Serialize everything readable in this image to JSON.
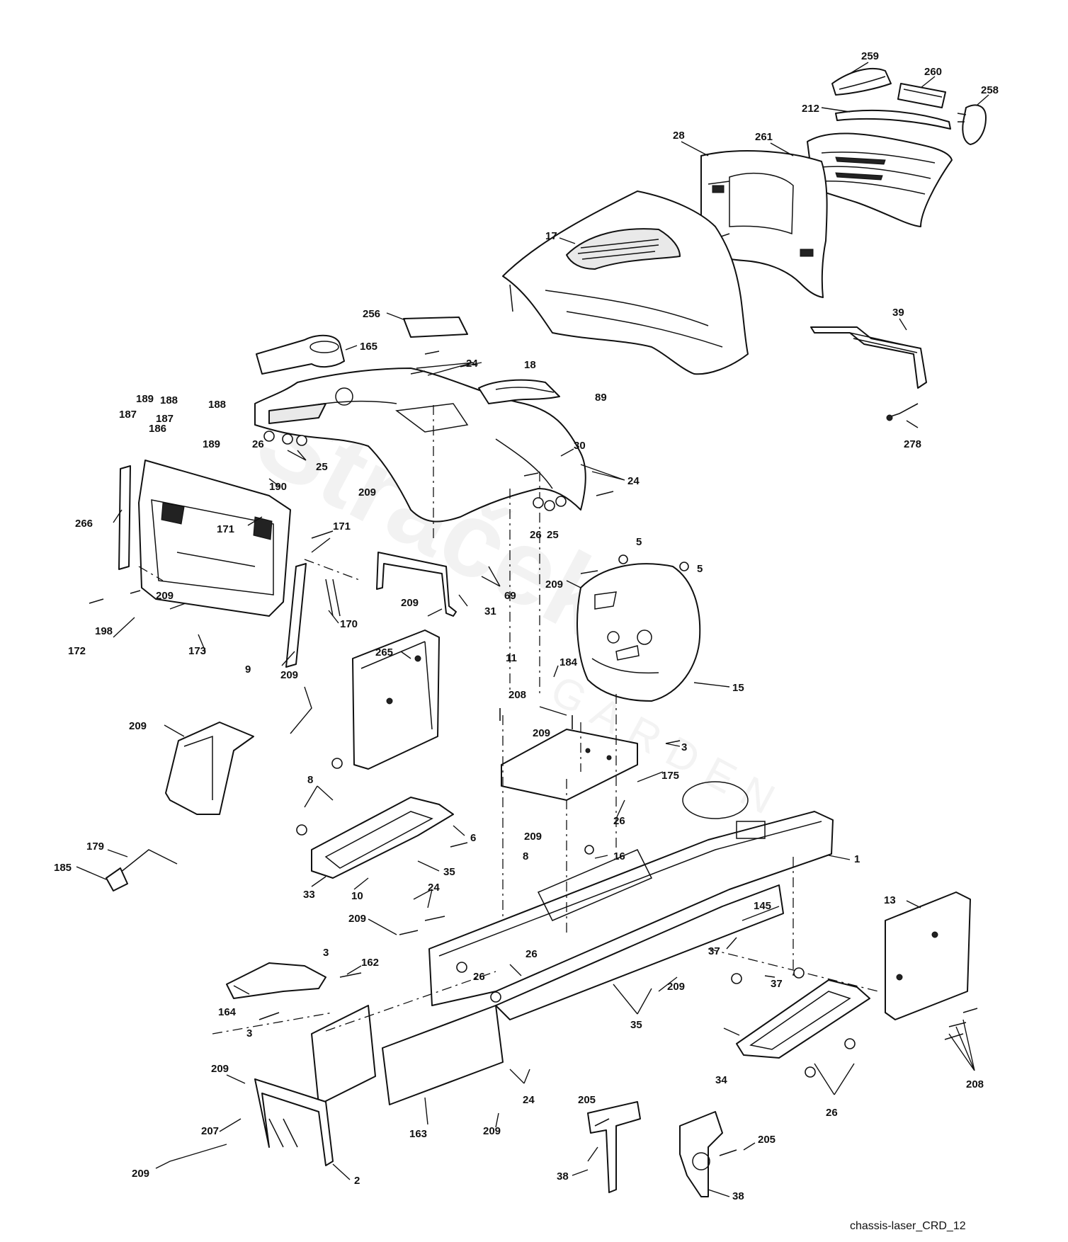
{
  "diagram": {
    "caption": "chassis-laser_CRD_12",
    "callouts": [
      "259",
      "260",
      "258",
      "212",
      "28",
      "261",
      "17",
      "39",
      "278",
      "256",
      "165",
      "24",
      "18",
      "89",
      "189",
      "188",
      "187",
      "186",
      "187",
      "188",
      "189",
      "26",
      "25",
      "30",
      "24",
      "190",
      "266",
      "209",
      "26",
      "25",
      "171",
      "171",
      "5",
      "5",
      "69",
      "209",
      "31",
      "209",
      "209",
      "198",
      "172",
      "173",
      "170",
      "184",
      "9",
      "265",
      "11",
      "15",
      "209",
      "208",
      "209",
      "3",
      "209",
      "175",
      "8",
      "26",
      "6",
      "209",
      "8",
      "16",
      "1",
      "179",
      "185",
      "35",
      "33",
      "10",
      "24",
      "13",
      "209",
      "145",
      "37",
      "162",
      "26",
      "37",
      "26",
      "3",
      "209",
      "164",
      "35",
      "3",
      "34",
      "26",
      "208",
      "209",
      "207",
      "24",
      "163",
      "209",
      "205",
      "205",
      "209",
      "2",
      "38",
      "38"
    ]
  }
}
